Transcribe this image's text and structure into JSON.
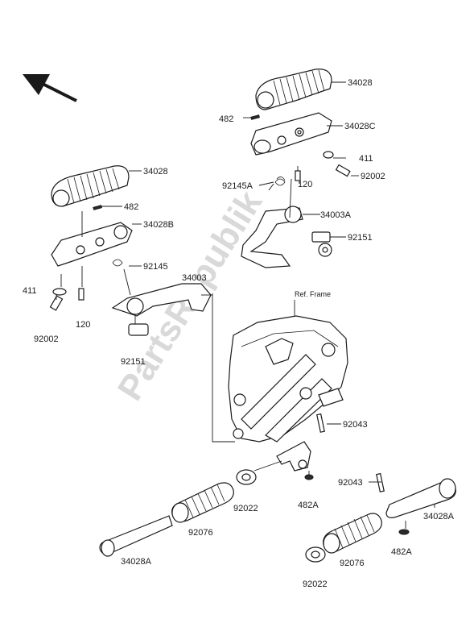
{
  "watermark": "PartsRepublik",
  "ref_frame": "Ref. Frame",
  "labels": {
    "p34028_top": "34028",
    "p482_top": "482",
    "p34028c": "34028C",
    "p411_right": "411",
    "p92002_right": "92002",
    "p92145a": "92145A",
    "p120_right": "120",
    "p34003a": "34003A",
    "p92151_right": "92151",
    "p34028_left": "34028",
    "p482_left": "482",
    "p34028b": "34028B",
    "p92145": "92145",
    "p34003": "34003",
    "p411_left": "411",
    "p120_left": "120",
    "p92002_left": "92002",
    "p92151_left": "92151",
    "p92043_mid": "92043",
    "p92022_left": "92022",
    "p482a_mid": "482A",
    "p92043_right": "92043",
    "p34028a_right": "34028A",
    "p92076_left": "92076",
    "p34028a_left": "34028A",
    "p482a_right": "482A",
    "p92076_right": "92076",
    "p92022_bottom": "92022"
  }
}
